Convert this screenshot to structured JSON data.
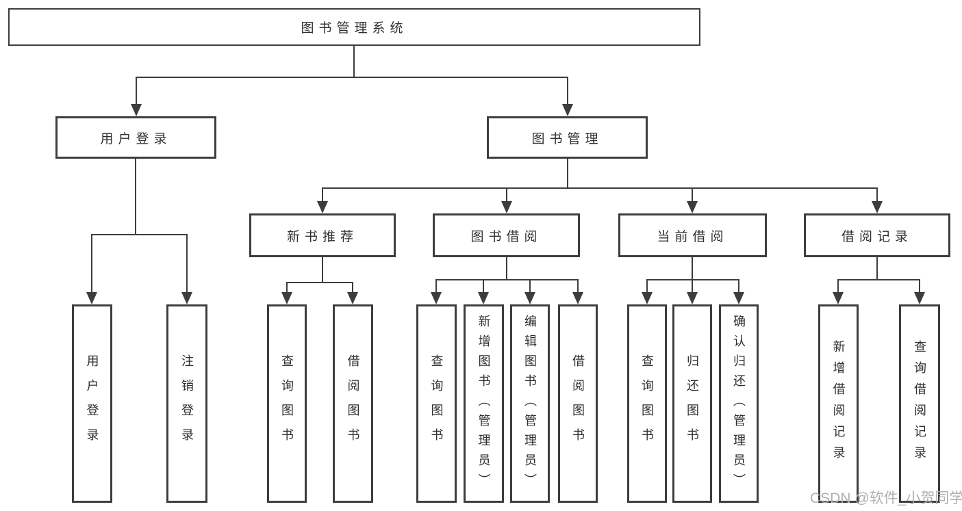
{
  "diagram": {
    "root": {
      "label": "图书管理系统",
      "children": [
        {
          "label": "用户登录",
          "children": [
            {
              "label": "用户登录"
            },
            {
              "label": "注销登录"
            }
          ]
        },
        {
          "label": "图书管理",
          "children": [
            {
              "label": "新书推荐",
              "children": [
                {
                  "label": "查询图书"
                },
                {
                  "label": "借阅图书"
                }
              ]
            },
            {
              "label": "图书借阅",
              "children": [
                {
                  "label": "查询图书"
                },
                {
                  "label": "新增图书（管理员）"
                },
                {
                  "label": "编辑图书（管理员）"
                },
                {
                  "label": "借阅图书"
                }
              ]
            },
            {
              "label": "当前借阅",
              "children": [
                {
                  "label": "查询图书"
                },
                {
                  "label": "归还图书"
                },
                {
                  "label": "确认归还（管理员）"
                }
              ]
            },
            {
              "label": "借阅记录",
              "children": [
                {
                  "label": "新增借阅记录"
                },
                {
                  "label": "查询借阅记录"
                }
              ]
            }
          ]
        }
      ]
    },
    "watermark": "CSDN @软件_小贺同学",
    "colors": {
      "line": "#3d3d3d",
      "text": "#2f2f2f",
      "watermark": "#b0b0b0",
      "background": "#ffffff"
    }
  }
}
